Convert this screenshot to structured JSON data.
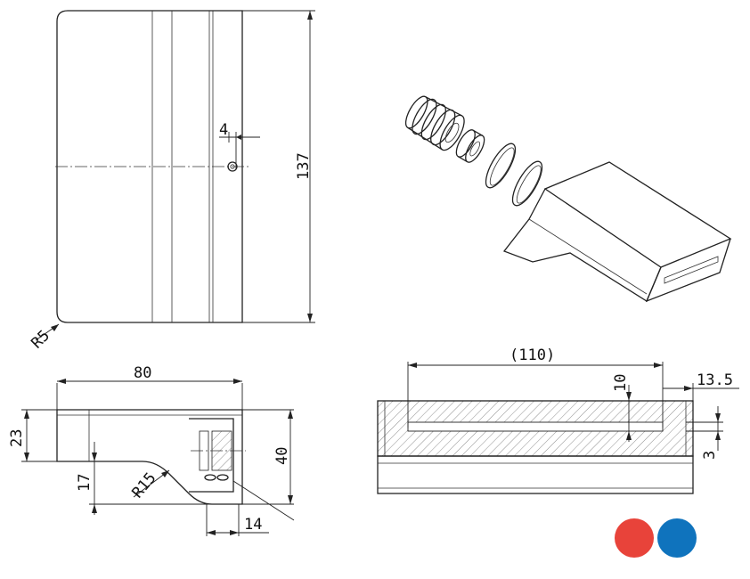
{
  "dimensions": {
    "front_height": "137",
    "hole_offset": "4",
    "corner_radius": "R5",
    "side_width": "80",
    "side_top_height": "23",
    "side_total_height": "40",
    "side_step_height": "17",
    "side_fillet": "R15",
    "side_bottom_width": "14",
    "section_length": "(110)",
    "section_slot_depth": "10",
    "section_offset": "13.5",
    "section_slot_height": "3"
  },
  "colors": {
    "hot_indicator": "#e8433a",
    "cold_indicator": "#0f73bd",
    "line": "#222222",
    "background": "#ffffff"
  },
  "icons": {
    "hot_indicator": "red-dot",
    "cold_indicator": "blue-dot"
  }
}
